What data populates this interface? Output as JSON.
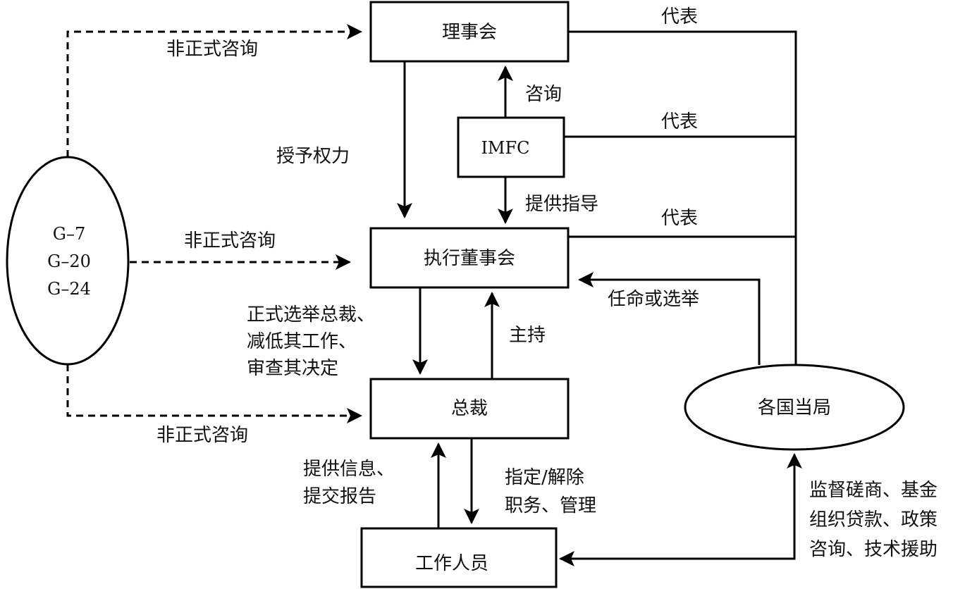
{
  "nodes": {
    "board_of_governors": "理事会",
    "imfc": "IMFC",
    "executive_board": "执行董事会",
    "managing_director": "总裁",
    "staff": "工作人员",
    "national_authorities": "各国当局",
    "groups": [
      "G–7",
      "G–20",
      "G–24"
    ]
  },
  "edges": {
    "informal_top": "非正式咨询",
    "informal_mid": "非正式咨询",
    "informal_bottom": "非正式咨询",
    "delegate_authority": "授予权力",
    "consult": "咨询",
    "provide_guidance": "提供指导",
    "represent_1": "代表",
    "represent_2": "代表",
    "represent_3": "代表",
    "appoint_or_elect": "任命或选举",
    "elect_md": [
      "正式选举总裁、",
      "减低其工作、",
      "审查其决定"
    ],
    "chair": "主持",
    "provide_info": [
      "提供信息、",
      "提交报告"
    ],
    "appoint_dismiss": [
      "指定/解除",
      "职务、管理"
    ],
    "surveillance": [
      "监督磋商、基金",
      "组织贷款、政策",
      "咨询、技术援助"
    ]
  },
  "colors": {
    "stroke": "#000000",
    "background": "#ffffff"
  }
}
